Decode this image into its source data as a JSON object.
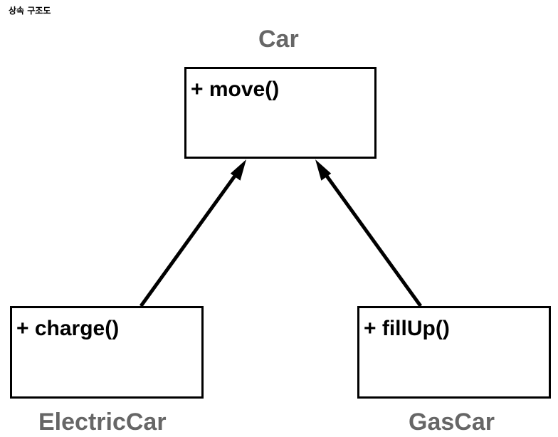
{
  "caption": "상속 구조도",
  "colors": {
    "class_name": "#666666",
    "line": "#000000",
    "box_background": "#ffffff"
  },
  "classes": {
    "parent": {
      "name": "Car",
      "method": "+ move()"
    },
    "child_left": {
      "name": "ElectricCar",
      "method": "+ charge()"
    },
    "child_right": {
      "name": "GasCar",
      "method": "+ fillUp()"
    }
  },
  "relations": [
    {
      "from": "ElectricCar",
      "to": "Car",
      "type": "inheritance"
    },
    {
      "from": "GasCar",
      "to": "Car",
      "type": "inheritance"
    }
  ]
}
